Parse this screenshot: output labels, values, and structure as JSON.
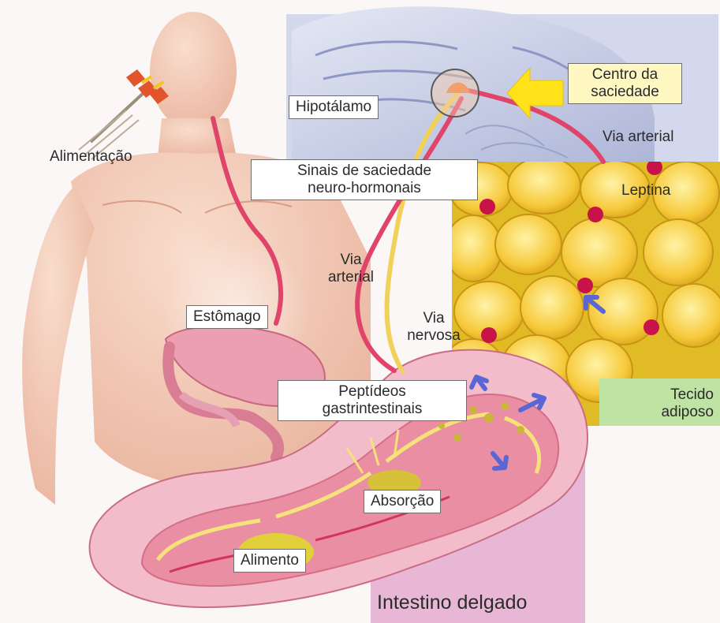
{
  "labels": {
    "satiety_center": [
      "Centro da",
      "saciedade"
    ],
    "hypothalamus": "Hipotálamo",
    "feeding": "Alimentação",
    "arterial_route_top": "Via arterial",
    "satiety_signals": [
      "Sinais de saciedade",
      "neuro-hormonais"
    ],
    "leptin": "Leptina",
    "arterial_route_left": [
      "Via",
      "arterial"
    ],
    "stomach": "Estômago",
    "nervous_route": [
      "Via",
      "nervosa"
    ],
    "gi_peptides": [
      "Peptídeos",
      "gastrintestinais"
    ],
    "adipose_tissue": [
      "Tecido",
      "adiposo"
    ],
    "absorption": "Absorção",
    "food": "Alimento",
    "small_intestine": "Intestino delgado"
  },
  "colors": {
    "brain": "#c9cfe6",
    "skin": "#f2c6b2",
    "adipose_cells": "#f6c93a",
    "adipose_panel_bg": "#e7c52c",
    "adipose_label_bg": "#bfe3a2",
    "intestine_bg": "#e7b7d5",
    "intestine_tube": "#e98aa0",
    "artery": "#e0446b",
    "nerve": "#f0d15a",
    "arrow_yellow": "#ffe21a",
    "arrow_blue": "#5b66d6"
  }
}
